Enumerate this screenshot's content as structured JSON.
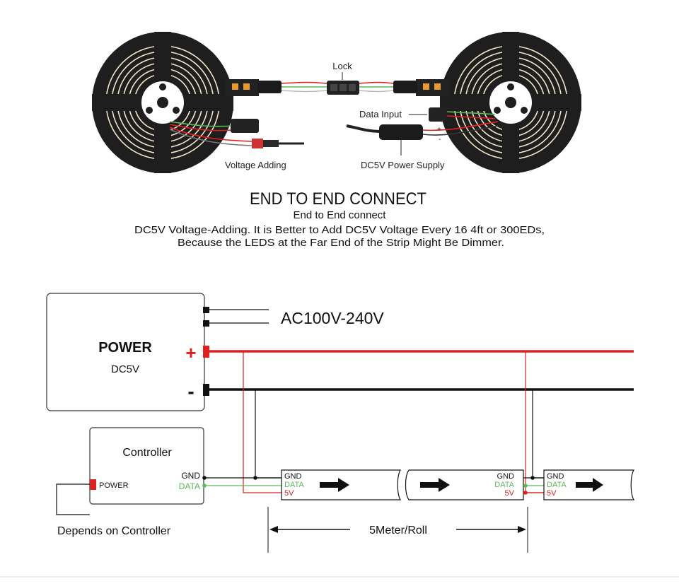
{
  "top_labels": {
    "lock": "Lock",
    "data_input": "Data Input",
    "voltage_adding": "Voltage Adding",
    "power_supply": "DC5V Power Supply",
    "plus": "+",
    "minus": "-"
  },
  "heading": {
    "title": "END TO END CONNECT",
    "subtitle": "End to End connect",
    "line1": "DC5V Voltage-Adding. It is Better to Add DC5V Voltage Every 16 4ft or 300EDs,",
    "line2": "Because the LEDS at the Far End of the Strip Might Be Dimmer."
  },
  "power": {
    "title": "POWER",
    "voltage": "DC5V",
    "plus": "+",
    "minus": "-",
    "ac_input": "AC100V-240V"
  },
  "controller": {
    "title": "Controller",
    "power_label": "POWER",
    "gnd": "GND",
    "data": "DATA",
    "note": "Depends on Controller"
  },
  "strip": {
    "gnd": "GND",
    "data": "DATA",
    "v5": "5V",
    "length": "5Meter/Roll"
  },
  "colors": {
    "red": "#e0201f",
    "green": "#5cb85c",
    "black": "#111111",
    "reel": "#1e1e1e"
  }
}
